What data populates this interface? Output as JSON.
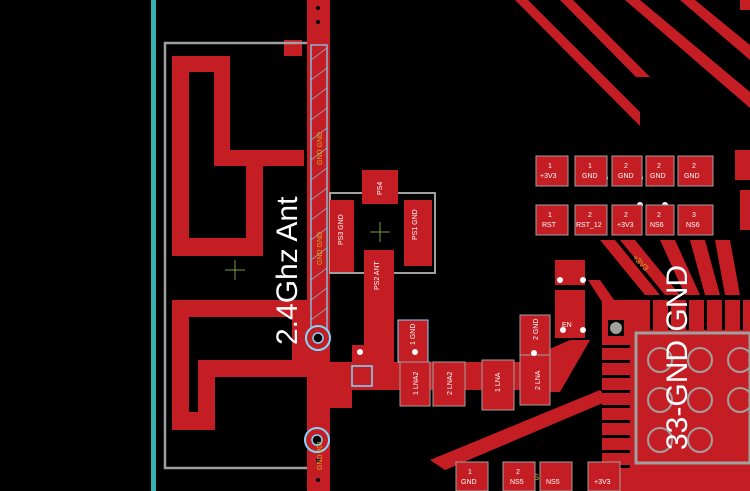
{
  "view": "PCB layout editor - top copper layer",
  "colors": {
    "background": "#000000",
    "copper": "#c41e24",
    "silkscreen": "#a0a0a0",
    "board_edge": "#3ab0b0",
    "via": "#7fd8ff",
    "label": "#ffffff",
    "net_label": "#d8b020"
  },
  "antenna": {
    "label": "2.4Ghz Ant"
  },
  "stripe_labels": {
    "top": "GND GND",
    "middle": "GND GND"
  },
  "components": {
    "ps4": "PS4",
    "ps3": "PS3 GND",
    "ps1": "PS1 GND",
    "ps2": "PS2 ANT",
    "gnd_small": "1 GND",
    "lna2_a": "1 LNA2",
    "lna2_b": "2 LNA2",
    "lna_a": "1 LNA",
    "lna_b": "2 LNA",
    "gnd_right": "2 GND",
    "en": "EN"
  },
  "header_pads": [
    {
      "num": "1",
      "net": "+3V3"
    },
    {
      "num": "1",
      "net": "GND"
    },
    {
      "num": "2",
      "net": "GND"
    },
    {
      "num": "2",
      "net": "GND"
    },
    {
      "num": "2",
      "net": "GND"
    }
  ],
  "header_pads_row2": [
    {
      "num": "1",
      "net": "RST"
    },
    {
      "num": "2",
      "net": "RST_12"
    },
    {
      "num": "2",
      "net": "+3V3"
    },
    {
      "num": "2",
      "net": "NS6"
    },
    {
      "num": "3",
      "net": "NS6"
    }
  ],
  "chip": {
    "label": "33-GND GND"
  },
  "net_labels": {
    "v33": "+3V3",
    "ns5": "NS5"
  },
  "bottom_pads": [
    {
      "num": "1",
      "net": "GND"
    },
    {
      "num": "2",
      "net": "NS5"
    },
    {
      "num": "",
      "net": "NS5"
    },
    {
      "num": "",
      "net": "+3V3"
    }
  ],
  "via_label": "GND 201"
}
